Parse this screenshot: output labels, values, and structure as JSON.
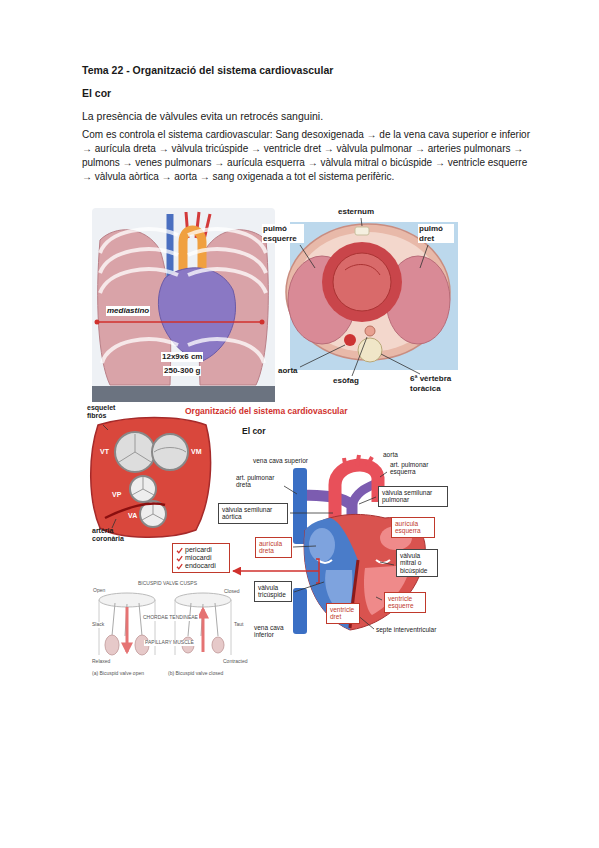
{
  "diagram": {
    "title": "Tema 22 - Organització del sistema cardiovascular",
    "nodes": [
      {
        "text": [
          "vàlvula semilunar pulmonar"
        ]
      },
      {
        "text": [
          "vàlvula semilunar aòrtica"
        ]
      },
      {
        "text": [
          "aurícula esquerra"
        ]
      },
      {
        "text": [
          "aurícula dreta"
        ]
      },
      {
        "text": [
          "pericardi",
          "miocardi",
          "endocardi"
        ]
      },
      {
        "text": [
          "vàlvula mitral o bicúspide"
        ]
      },
      {
        "text": [
          "vàlvula tricúspide"
        ]
      },
      {
        "text": [
          "ventricle esquerre"
        ]
      },
      {
        "text": [
          "ventricle dret"
        ]
      }
    ],
    "labels": [
      "El cor",
      "La presència de vàlvules evita un retrocés sanguini.",
      "Com es controla el sistema cardiovascular: Sang desoxigenada → de la vena cava superior e inferior → aurícula dreta → vàlvula tricúspide → ventricle dret → vàlvula pulmonar → arteries pulmonars → pulmons → venes pulmonars → aurícula esquerra → vàlvula mitral o bicúspide → ventricle esquerre → vàlvula aòrtica → aorta → sang oxigenada a tot el sistema perifèric.",
      "mediastino",
      "12x9x6 cm",
      "250-300 g",
      "esternum",
      "pulmó esquerre",
      "pulmó dret",
      "aorta",
      "esòfag",
      "6ª vèrtebra toràcica",
      "esquelet fibrós",
      "VT",
      "VM",
      "VP",
      "VA",
      "artèria coronària",
      "Organització del sistema cardiovascular",
      "El cor",
      "vena cava superior",
      "aorta",
      "art. pulmonar esquerra",
      "art. pulmonar dreta",
      "vena cava inferior",
      "septe interventricular",
      "BICUSPID VALVE CUSPS",
      "Open",
      "Closed",
      "CHORDAE TENDINEAE",
      "Slack",
      "Taut",
      "PAPILLARY MUSCLE",
      "Relaxed",
      "Contracted",
      "(a) Bicuspid valve open",
      "(b) Bicuspid valve closed"
    ]
  }
}
